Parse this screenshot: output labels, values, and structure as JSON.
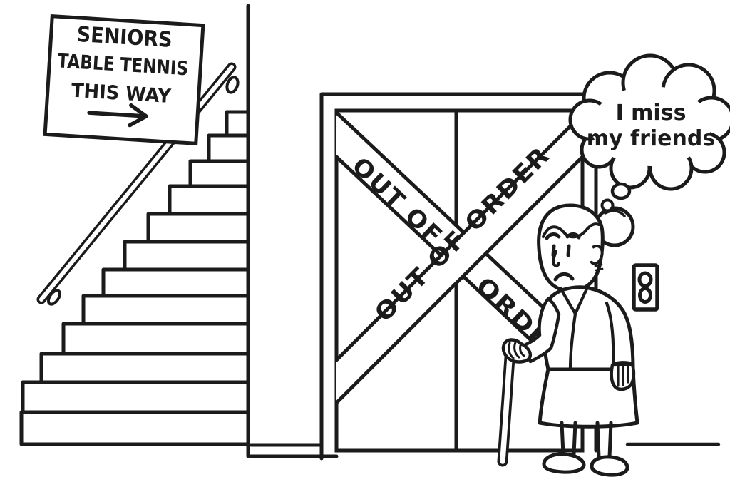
{
  "colors": {
    "ink": "#1b1b1b",
    "paper": "#ffffff"
  },
  "sign": {
    "line1": "SENIORS",
    "line2": "TABLE TENNIS",
    "line3": "THIS WAY",
    "arrow_icon": "right-arrow"
  },
  "elevator": {
    "tape_descending": {
      "segment1": "OUT OF",
      "segment2": "ORDER"
    },
    "tape_ascending": {
      "text": "OUT OF ORDER"
    },
    "call_panel": {
      "top_button_icon": "elevator-call-button",
      "bottom_button_icon": "elevator-call-button"
    }
  },
  "thought_bubble": {
    "line1": "I miss",
    "line2": "my friends"
  }
}
